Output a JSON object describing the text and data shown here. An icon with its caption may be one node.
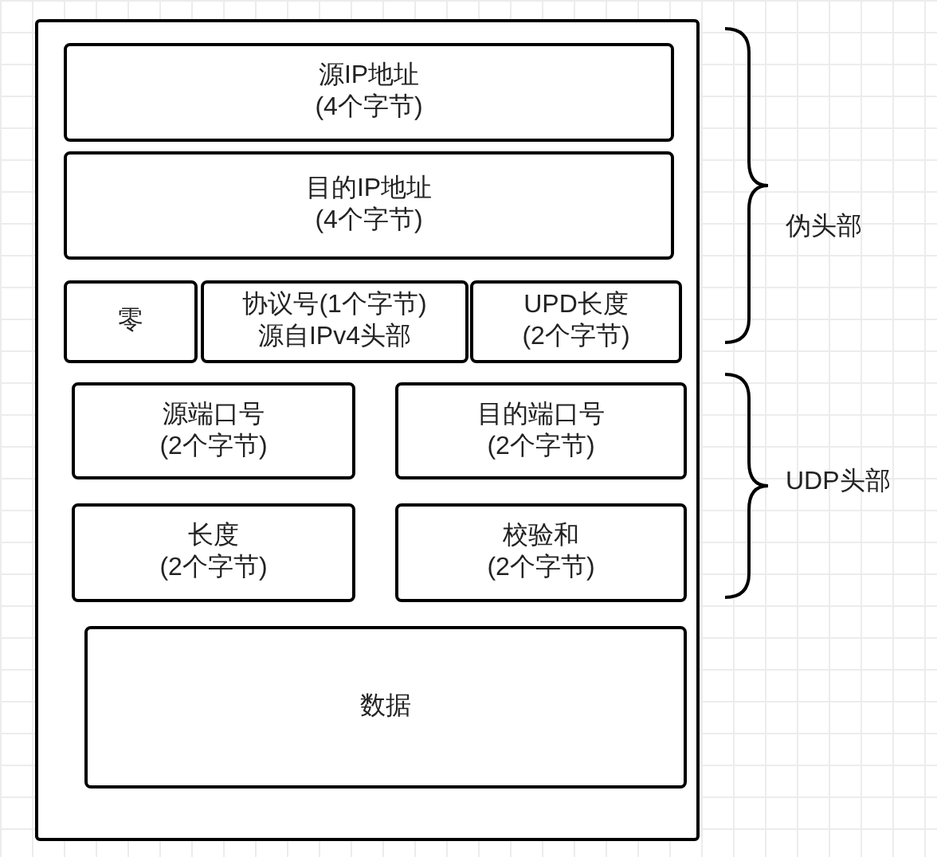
{
  "diagram": {
    "nodes": [
      {
        "text": [],
        "shape": "box"
      },
      {
        "text": [
          "源IP地址",
          "(4个字节)"
        ],
        "in": 0
      },
      {
        "text": [
          "目的IP地址",
          "(4个字节)"
        ],
        "in": 0
      },
      {
        "text": [
          "零"
        ],
        "in": 0
      },
      {
        "text": [
          "协议号(1个字节)",
          "源自IPv4头部"
        ],
        "in": 0
      },
      {
        "text": [
          "UPD长度",
          "(2个字节)"
        ],
        "in": 0
      },
      {
        "text": [
          "源端口号",
          "(2个字节)"
        ],
        "in": 0
      },
      {
        "text": [
          "目的端口号",
          "(2个字节)"
        ],
        "in": 0
      },
      {
        "text": [
          "长度",
          "(2个字节)"
        ],
        "in": 0
      },
      {
        "text": [
          "校验和",
          "(2个字节)"
        ],
        "in": 0
      },
      {
        "text": [
          "数据"
        ],
        "in": 0
      }
    ],
    "edges": [],
    "labels": [
      "伪头部",
      "UDP头部"
    ]
  }
}
